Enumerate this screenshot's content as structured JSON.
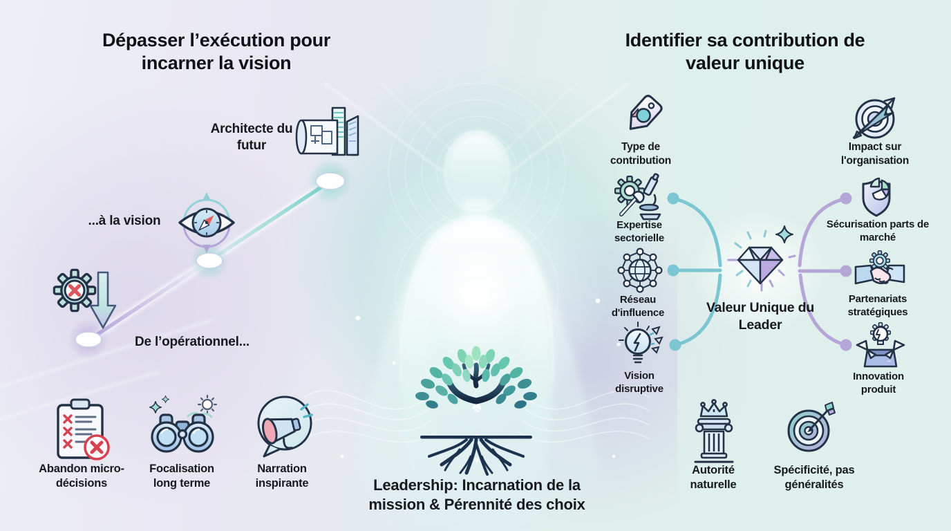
{
  "left": {
    "title": "Dépasser l’exécution pour incarner la vision",
    "journey": {
      "start": "De l’opérationnel...",
      "middle": "...à la vision",
      "end": "Architecte du futur"
    },
    "practices": [
      {
        "label": "Abandon micro-décisions",
        "icon": "clipboard-x-icon"
      },
      {
        "label": "Focalisation long terme",
        "icon": "binoculars-icon"
      },
      {
        "label": "Narration inspirante",
        "icon": "megaphone-icon"
      }
    ]
  },
  "center": {
    "caption": "Leadership: Incarnation de la mission & Pérennité des choix",
    "icons": [
      "human-silhouette",
      "tree-logo"
    ]
  },
  "right": {
    "title": "Identifier sa contribution de valeur unique",
    "contribution_header": "Type de contribution",
    "contribution_items": [
      {
        "label": "Expertise sectorielle",
        "icon": "gear-microscope-icon"
      },
      {
        "label": "Réseau d'influence",
        "icon": "globe-network-icon"
      },
      {
        "label": "Vision disruptive",
        "icon": "lightbulb-icon"
      }
    ],
    "core": "Valeur Unique du Leader",
    "core_icon": "diamond-icon",
    "impact_header": "Impact sur l'organisation",
    "impact_items": [
      {
        "label": "Sécurisation parts de marché",
        "icon": "shield-pie-icon"
      },
      {
        "label": "Partenariats stratégiques",
        "icon": "handshake-icon"
      },
      {
        "label": "Innovation produit",
        "icon": "innovation-box-icon"
      }
    ],
    "foundations": [
      {
        "label": "Autorité naturelle",
        "icon": "column-crown-icon"
      },
      {
        "label": "Spécificité, pas généralités",
        "icon": "dartboard-icon"
      }
    ]
  },
  "colors": {
    "teal_accent": "#7cc5d2",
    "lavender_accent": "#b6a6d8",
    "red_alert": "#d8475a",
    "ink_outline": "#243247",
    "leaf_green": "#6cc9ae",
    "trunk_navy": "#1c3350",
    "diamond_blue": "#c9d9f0"
  }
}
